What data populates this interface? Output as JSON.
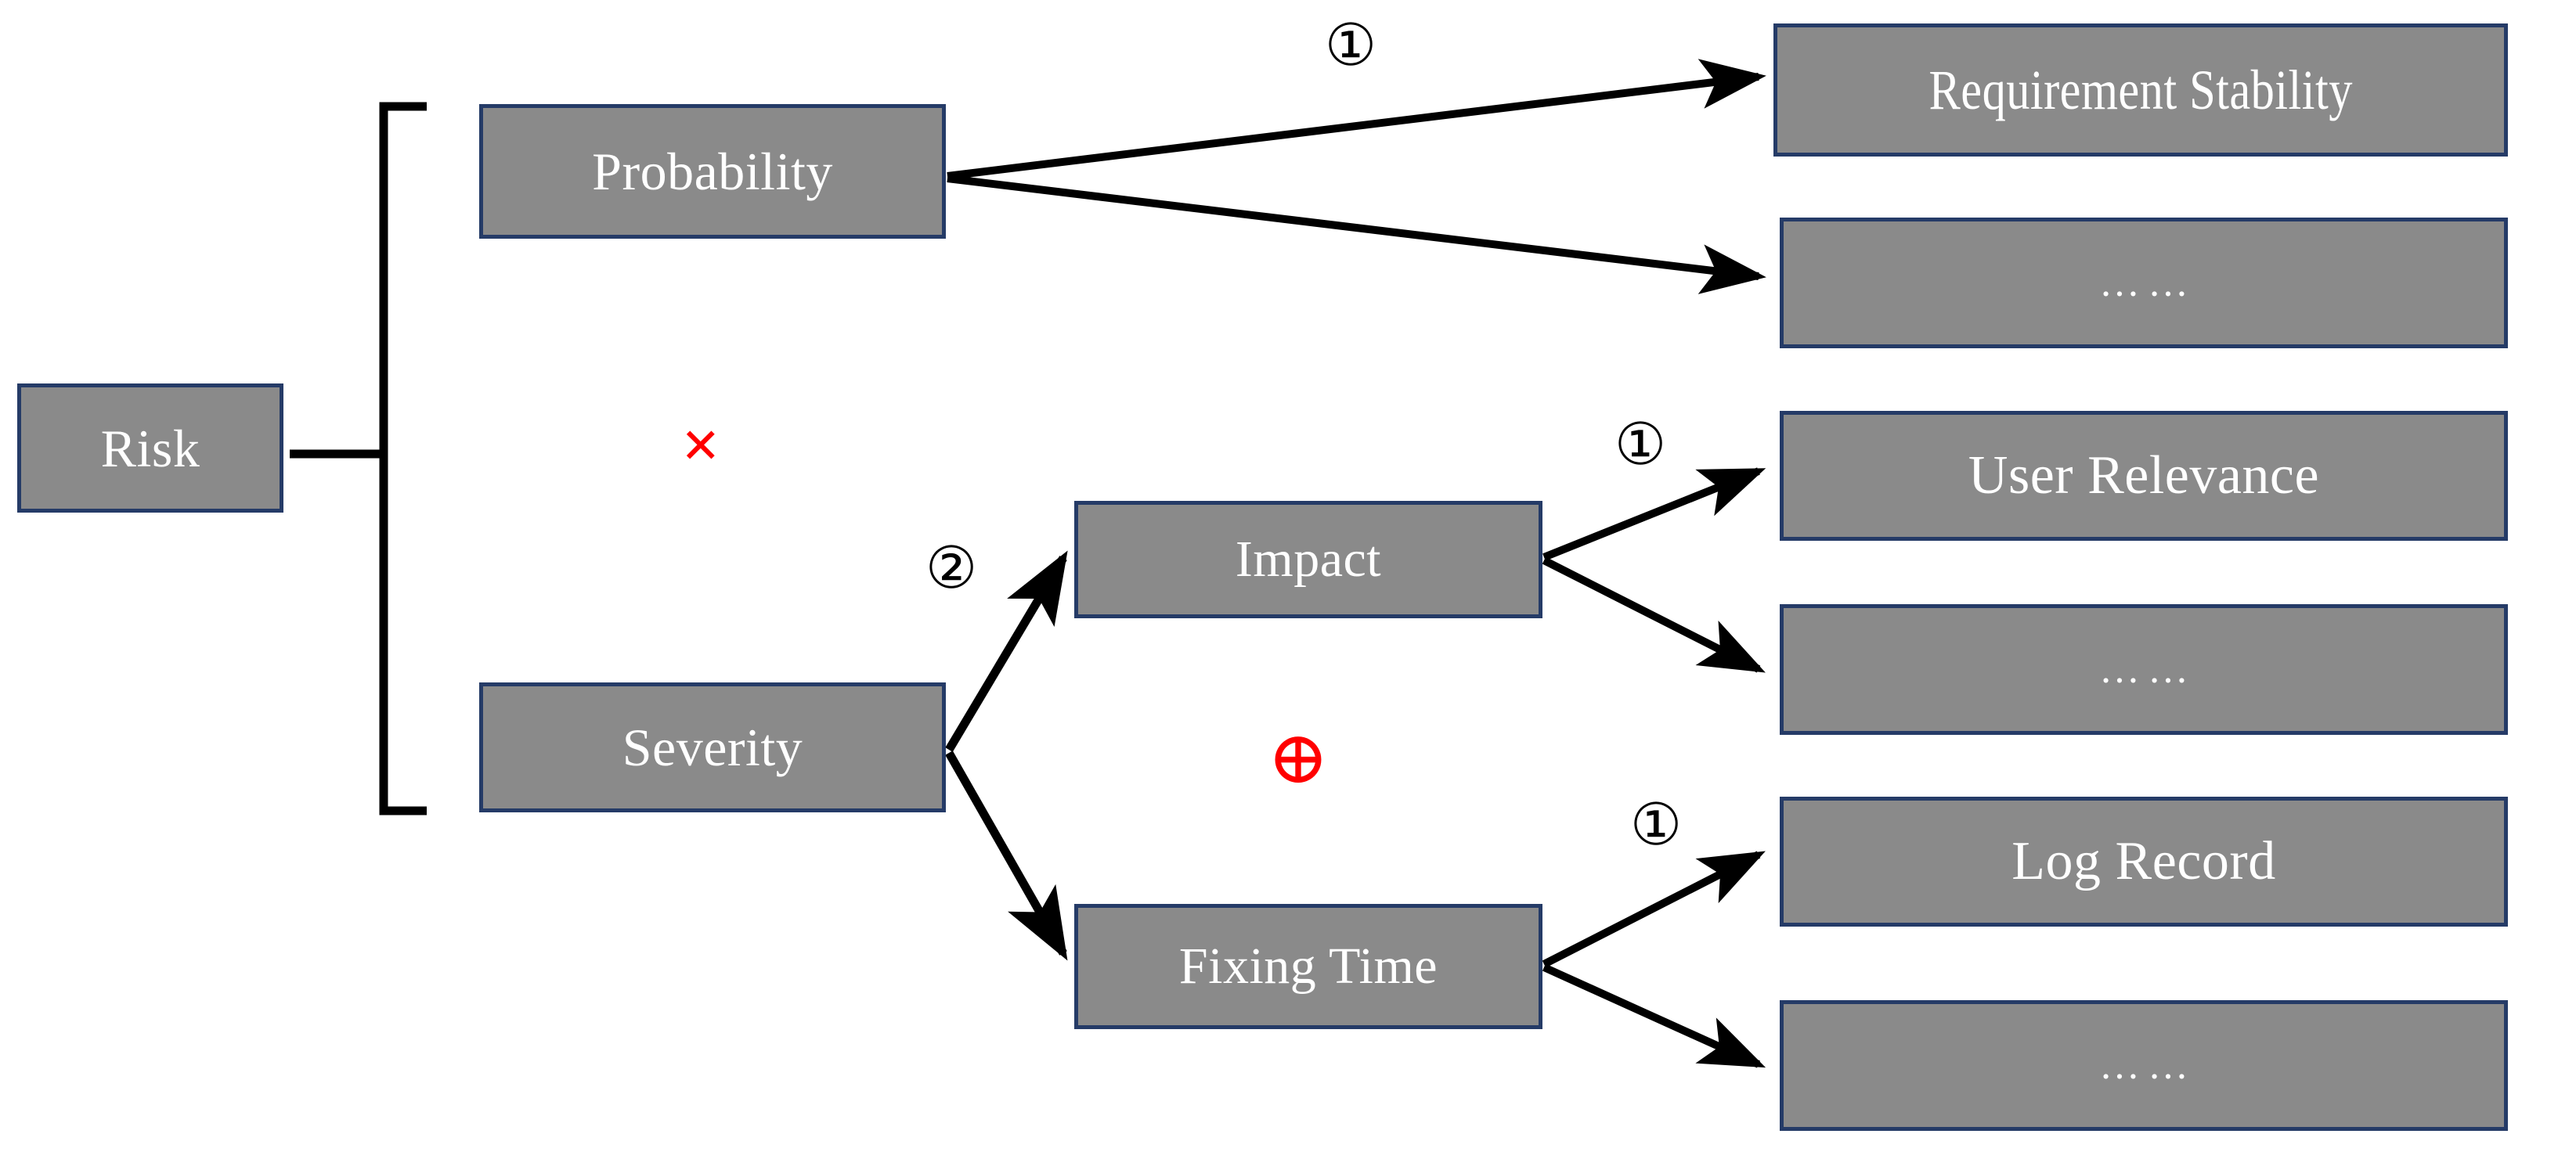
{
  "diagram": {
    "title": "Risk decomposition tree",
    "colors": {
      "node_fill": "#8a8a8a",
      "node_border": "#253b67",
      "node_text": "#ffffff",
      "edge": "#000000",
      "operator": "#ff0000",
      "background": "#ffffff"
    },
    "root": {
      "label": "Risk"
    },
    "factors": [
      {
        "label": "Probability"
      },
      {
        "label": "Severity"
      }
    ],
    "subfactors": [
      {
        "label": "Impact"
      },
      {
        "label": "Fixing Time"
      }
    ],
    "metrics": [
      {
        "label": "Requirement Stability"
      },
      {
        "label": "……"
      },
      {
        "label": "User Relevance"
      },
      {
        "label": "……"
      },
      {
        "label": "Log Record"
      },
      {
        "label": "……"
      }
    ],
    "operators": [
      {
        "name": "multiply",
        "symbol": "×"
      },
      {
        "name": "circled-plus",
        "symbol": "⊕"
      }
    ],
    "edge_labels": [
      {
        "symbol": "①",
        "name": "circled-one-probability-to-requirement-stability"
      },
      {
        "symbol": "②",
        "name": "circled-two-severity-to-impact"
      },
      {
        "symbol": "①",
        "name": "circled-one-impact-to-user-relevance"
      },
      {
        "symbol": "①",
        "name": "circled-one-fixing-time-to-log-record"
      }
    ],
    "bracket": {
      "name": "grouping-bracket"
    }
  }
}
